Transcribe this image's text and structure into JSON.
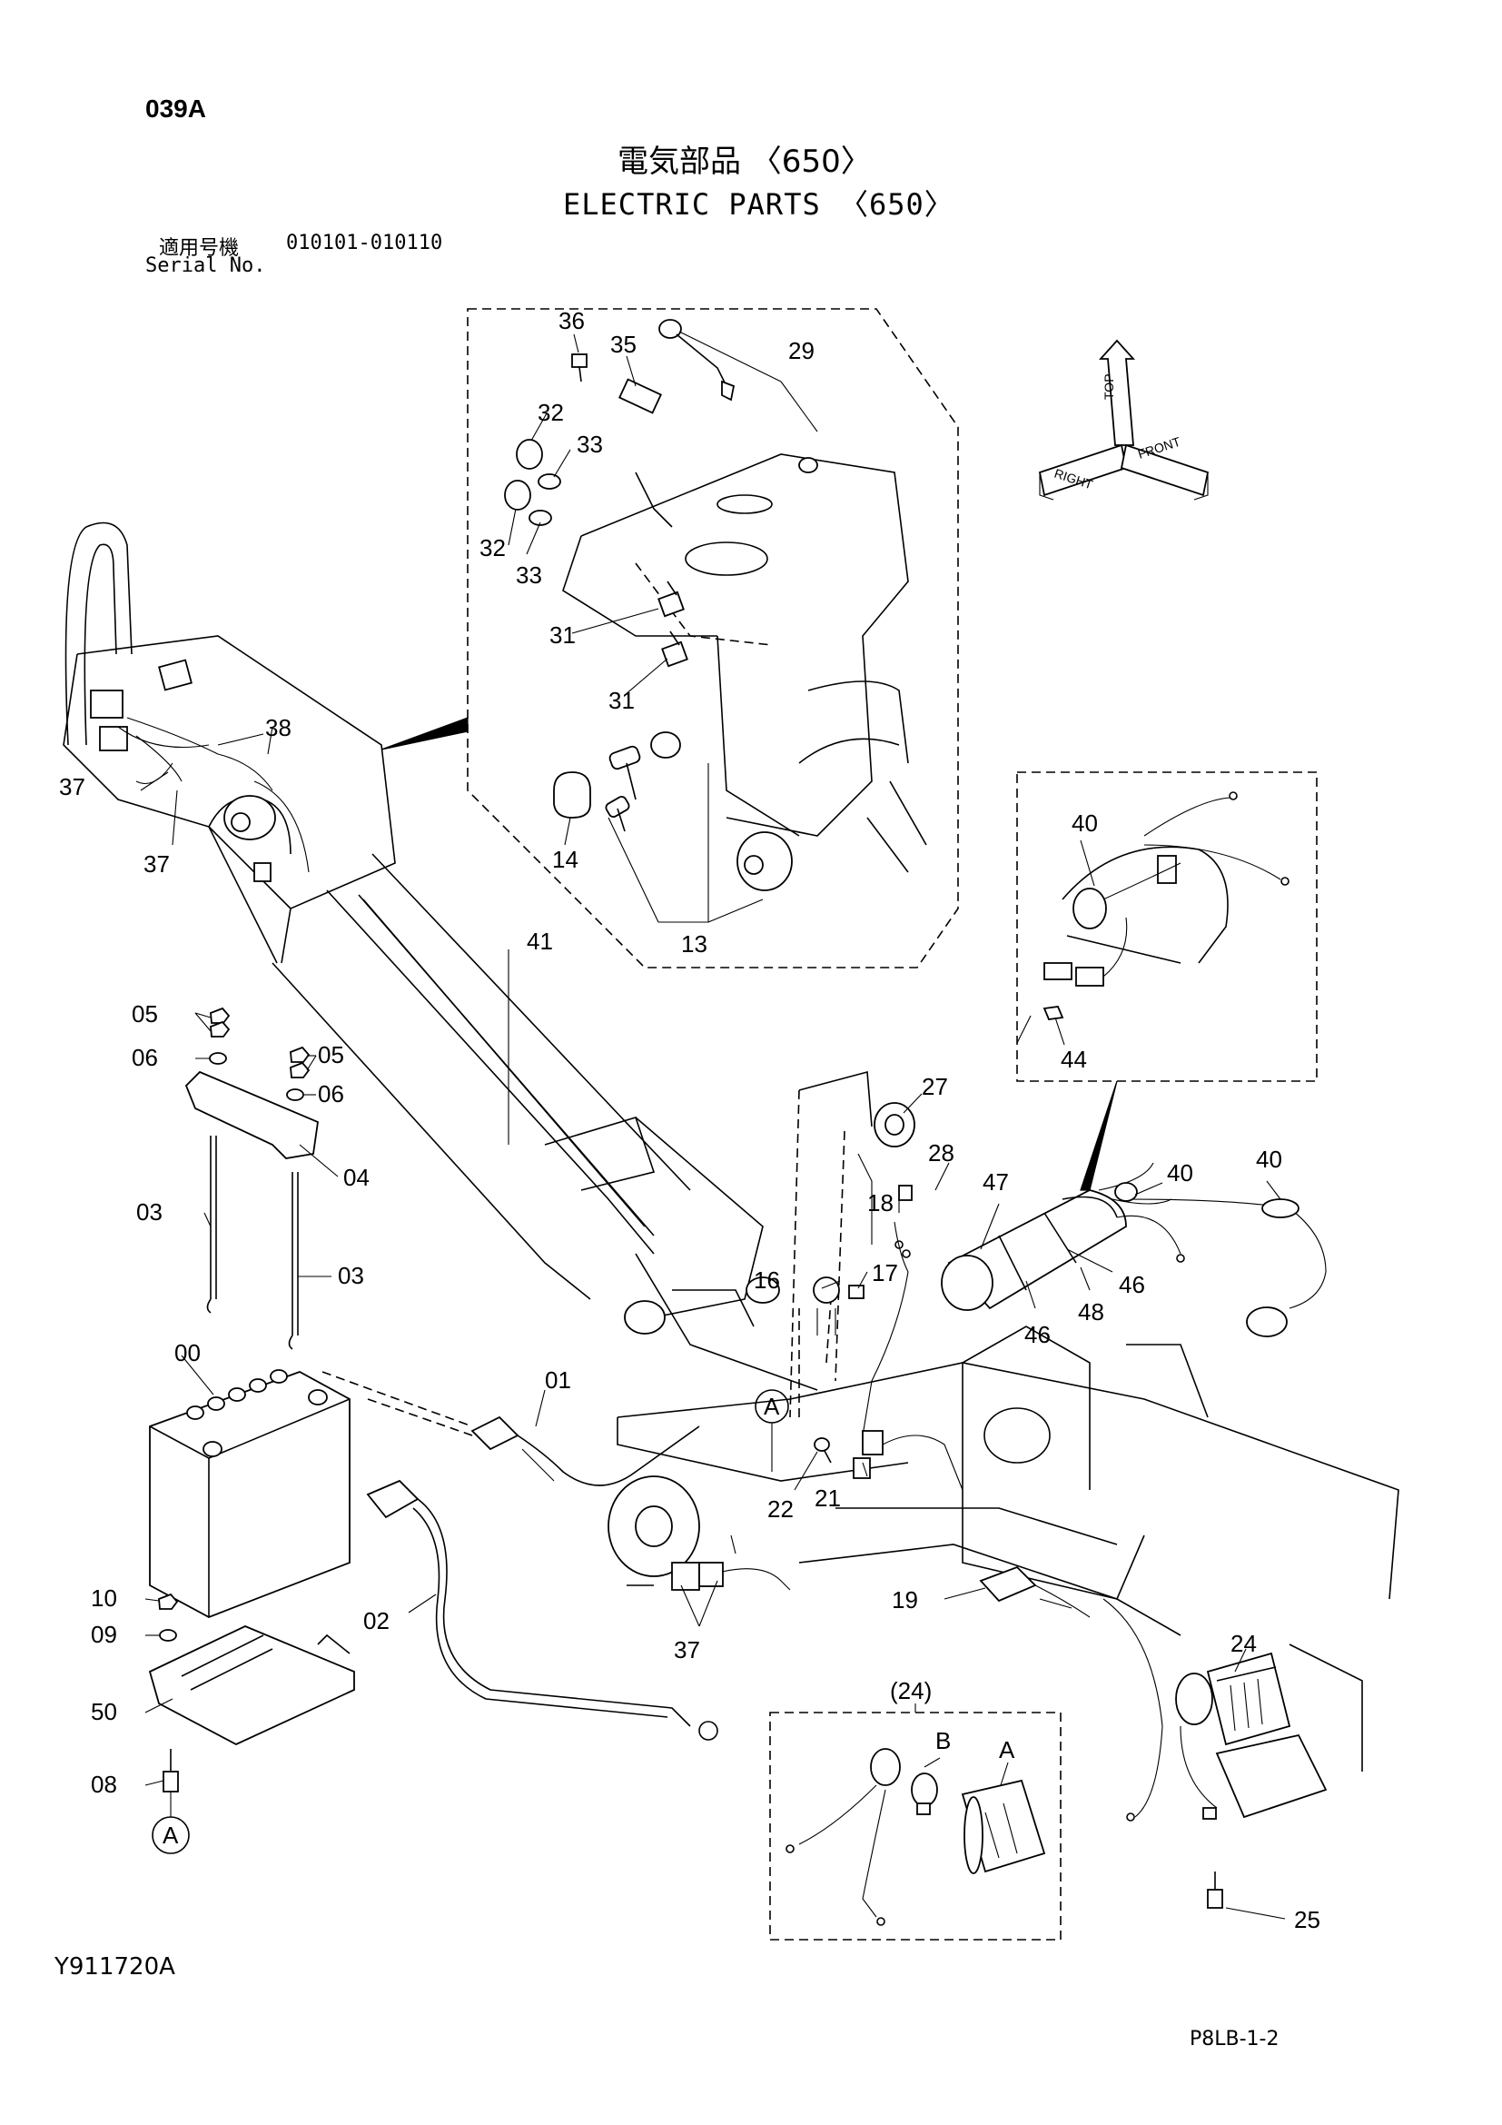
{
  "header": {
    "page_code": "039A",
    "title_jp": "電気部品 〈650〉",
    "title_en": "ELECTRIC PARTS 〈650〉",
    "serial_label_jp": "適用号機",
    "serial_range": "010101-010110",
    "serial_label_en": "Serial No."
  },
  "orientation_icon": {
    "labels": [
      "TOP",
      "RIGHT",
      "FRONT"
    ]
  },
  "callouts": {
    "p00": "00",
    "p01": "01",
    "p02": "02",
    "p03a": "03",
    "p03b": "03",
    "p04": "04",
    "p05a": "05",
    "p05b": "05",
    "p06a": "06",
    "p06b": "06",
    "p08": "08",
    "p09": "09",
    "p10": "10",
    "p13": "13",
    "p14": "14",
    "p16": "16",
    "p17": "17",
    "p18": "18",
    "p19": "19",
    "p21": "21",
    "p22": "22",
    "p24": "24",
    "p24b": "(24)",
    "p25": "25",
    "p27": "27",
    "p28": "28",
    "p29": "29",
    "p31a": "31",
    "p31b": "31",
    "p32a": "32",
    "p32b": "32",
    "p33a": "33",
    "p33b": "33",
    "p35": "35",
    "p36": "36",
    "p37a": "37",
    "p37b": "37",
    "p37c": "37",
    "p38": "38",
    "p40a": "40",
    "p40b": "40",
    "p40c": "40",
    "p41": "41",
    "p44": "44",
    "p46a": "46",
    "p46b": "46",
    "p47": "47",
    "p48": "48",
    "p50": "50",
    "ref_a1": "A",
    "ref_a2": "A",
    "sub_a": "A",
    "sub_b": "B"
  },
  "footer": {
    "drawing_no": "Y911720A",
    "page_ref": "P8LB-1-2"
  }
}
